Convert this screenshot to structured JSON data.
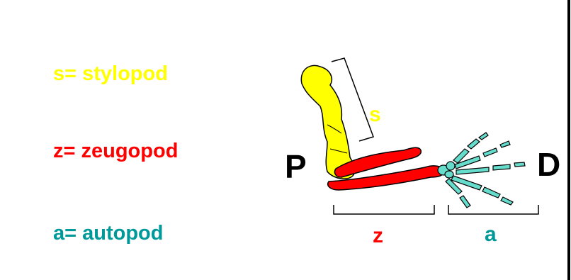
{
  "legend": {
    "stylopod": "s= stylopod",
    "zeugopod": "z= zeugopod",
    "autopod": "a= autopod"
  },
  "axis": {
    "proximal": "P",
    "distal": "D"
  },
  "segments": {
    "s": "s",
    "z": "z",
    "a": "a"
  },
  "colors": {
    "stylopod": "#ffff00",
    "zeugopod": "#ff0000",
    "autopod": "#009999",
    "autopod_fill": "#66dccc",
    "outline": "#000000"
  },
  "icons": {
    "stylopod_bone": "humerus-bone-icon",
    "zeugopod_bones": "radius-ulna-bones-icon",
    "autopod_bones": "hand-bones-icon"
  }
}
